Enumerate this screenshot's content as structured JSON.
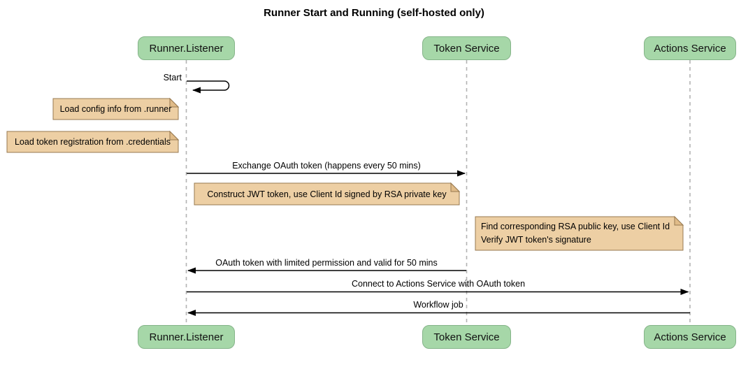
{
  "diagram": {
    "type": "sequence",
    "title": "Runner Start and Running (self-hosted only)"
  },
  "actors": {
    "runner": "Runner.Listener",
    "token": "Token Service",
    "actions": "Actions Service"
  },
  "messages": {
    "start": "Start",
    "exchange": "Exchange OAuth token (happens every 50 mins)",
    "oauth_return": "OAuth token with limited permission and valid for 50 mins",
    "connect": "Connect to Actions Service with OAuth token",
    "workflow": "Workflow job"
  },
  "notes": {
    "load_config": "Load config info from .runner",
    "load_token": "Load token registration from .credentials",
    "construct_jwt": "Construct JWT token, use Client Id signed by RSA private key",
    "verify_jwt": "Find corresponding RSA public key, use Client Id\nVerify JWT token's signature"
  },
  "colors": {
    "actor_fill": "#a6d7a8",
    "actor_border": "#85b489",
    "note_fill": "#edcfa4",
    "note_flap": "#e0bb88",
    "note_border": "#977950",
    "lifeline": "#b3b3b3",
    "arrow": "#000000",
    "text": "#000000"
  }
}
